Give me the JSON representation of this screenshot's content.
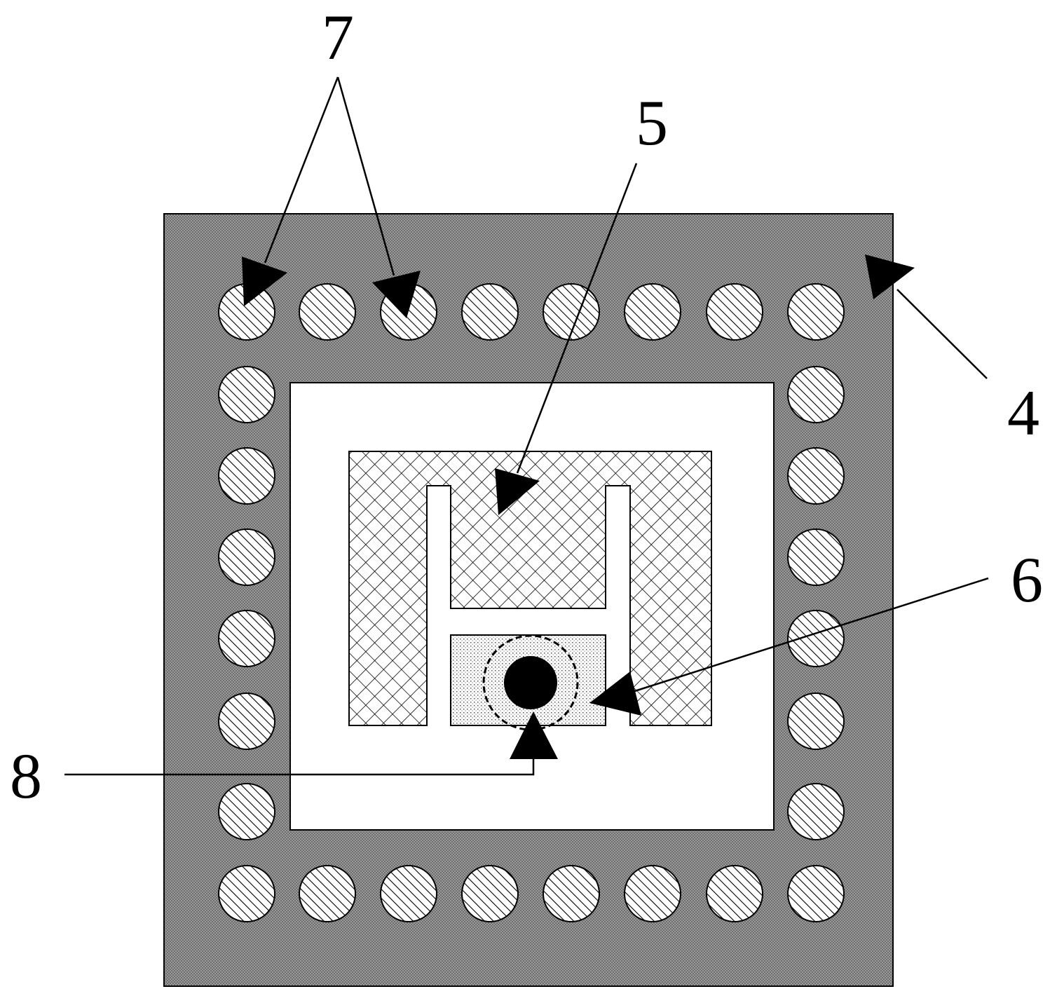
{
  "labels": {
    "l7": "7",
    "l5": "5",
    "l4": "4",
    "l6": "6",
    "l8": "8"
  },
  "colors": {
    "ground": "#8c8c8c",
    "patch": "#ffffff",
    "via": "#ffffff",
    "probe": "#000000",
    "line": "#000000"
  }
}
